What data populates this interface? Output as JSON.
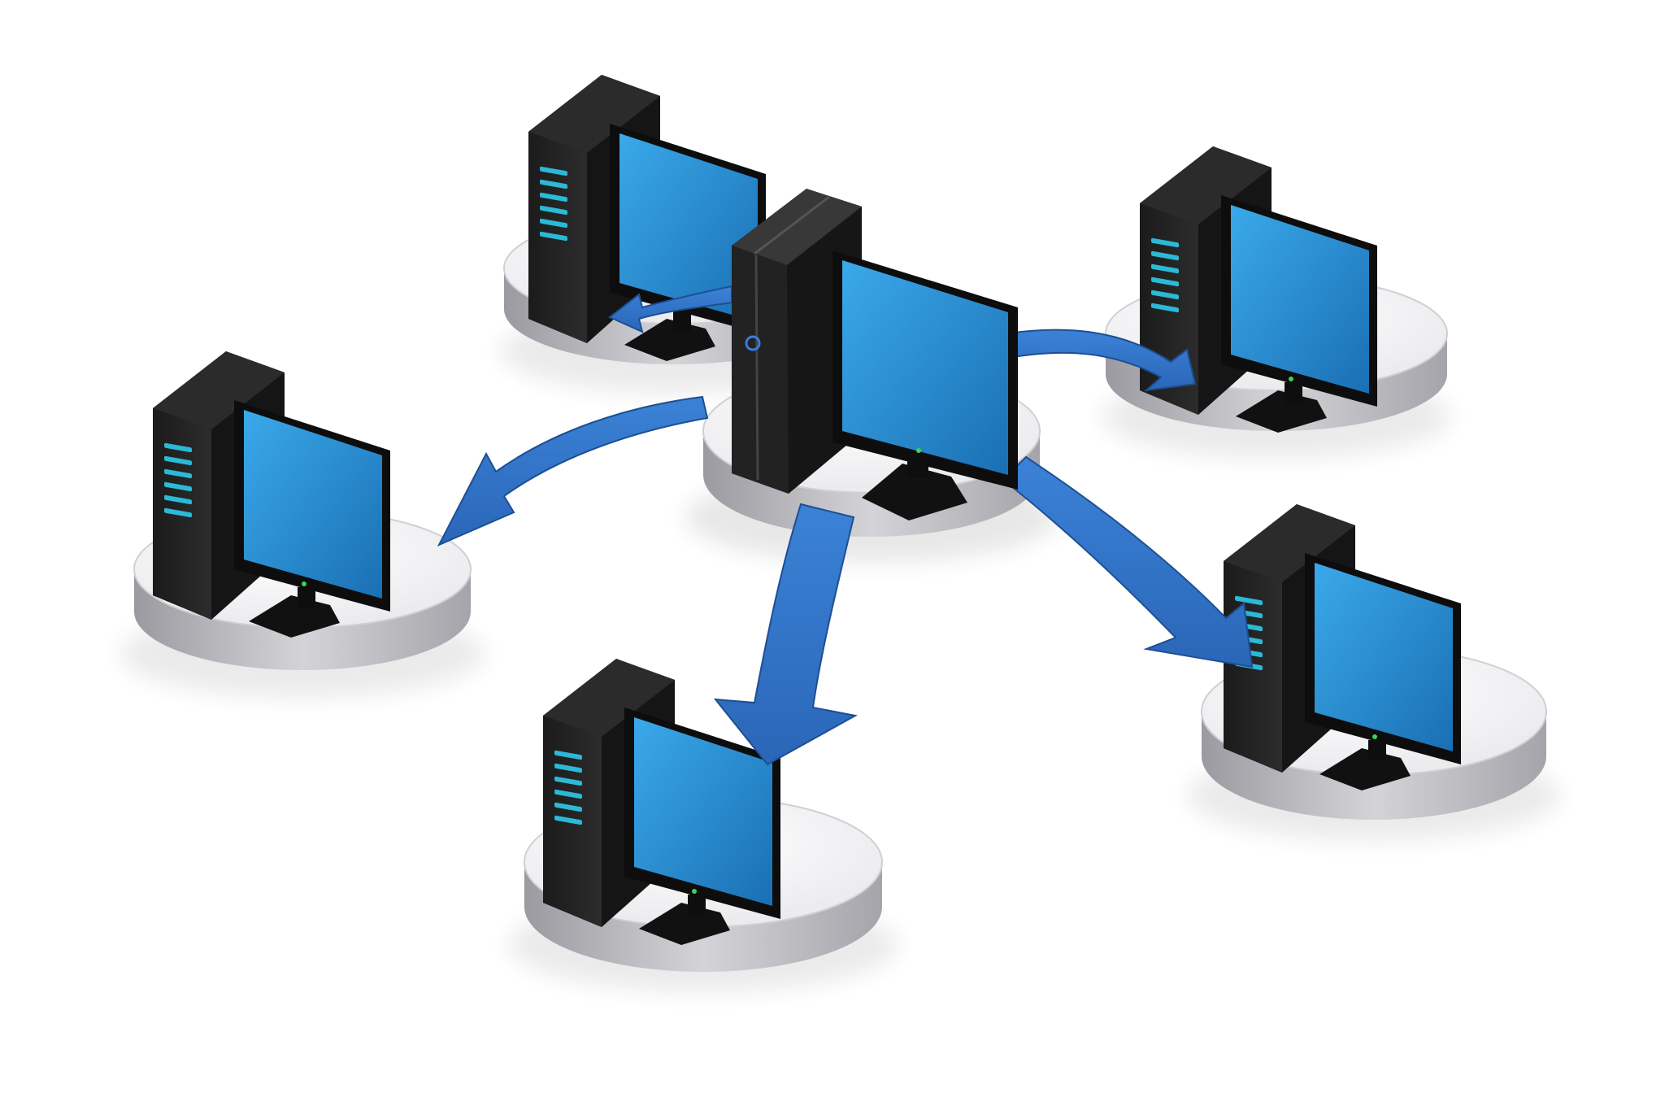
{
  "diagram": {
    "kind": "star-network",
    "background": "#ffffff",
    "colors": {
      "arrow": "#2f74c9",
      "arrow_dark": "#1d4f93",
      "screen": "#1e7fc4",
      "screen_light": "#33a7e9",
      "tower": "#141414",
      "tower_light": "#2a2a2a",
      "led": "#2bb9d6",
      "platform_top": "#f2f2f4",
      "platform_side": "#b8b8bc"
    },
    "hub": {
      "name": "central-computer",
      "icon": "server-computer-icon"
    },
    "clients": [
      {
        "name": "client-top-left",
        "icon": "desktop-computer-icon"
      },
      {
        "name": "client-top-right",
        "icon": "desktop-computer-icon"
      },
      {
        "name": "client-left",
        "icon": "desktop-computer-icon"
      },
      {
        "name": "client-bottom",
        "icon": "desktop-computer-icon"
      },
      {
        "name": "client-right",
        "icon": "desktop-computer-icon"
      }
    ],
    "arrows": [
      {
        "from": "central-computer",
        "to": "client-top-left"
      },
      {
        "from": "central-computer",
        "to": "client-top-right"
      },
      {
        "from": "central-computer",
        "to": "client-left"
      },
      {
        "from": "central-computer",
        "to": "client-bottom"
      },
      {
        "from": "central-computer",
        "to": "client-right"
      }
    ]
  }
}
